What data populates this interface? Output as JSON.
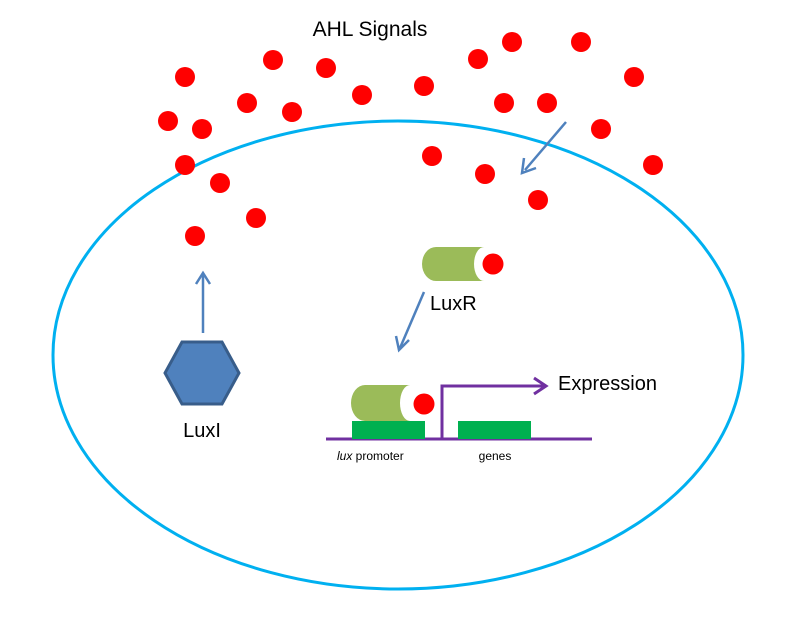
{
  "title": "AHL Signals",
  "labels": {
    "luxi": "LuxI",
    "luxr": "LuxR",
    "expression": "Expression",
    "promoter_italic": "lux",
    "promoter_rest": " promoter",
    "genes": "genes"
  },
  "colors": {
    "cell_membrane": "#00B0F0",
    "signal": "#FF0000",
    "luxi_fill": "#4F81BD",
    "luxi_stroke": "#385D8A",
    "arrow": "#4F81BD",
    "luxr_receptor": "#9BBB59",
    "dna_region": "#00B050",
    "dna_line": "#7030A0",
    "text": "#000000"
  },
  "ahl_signal_count": 26
}
